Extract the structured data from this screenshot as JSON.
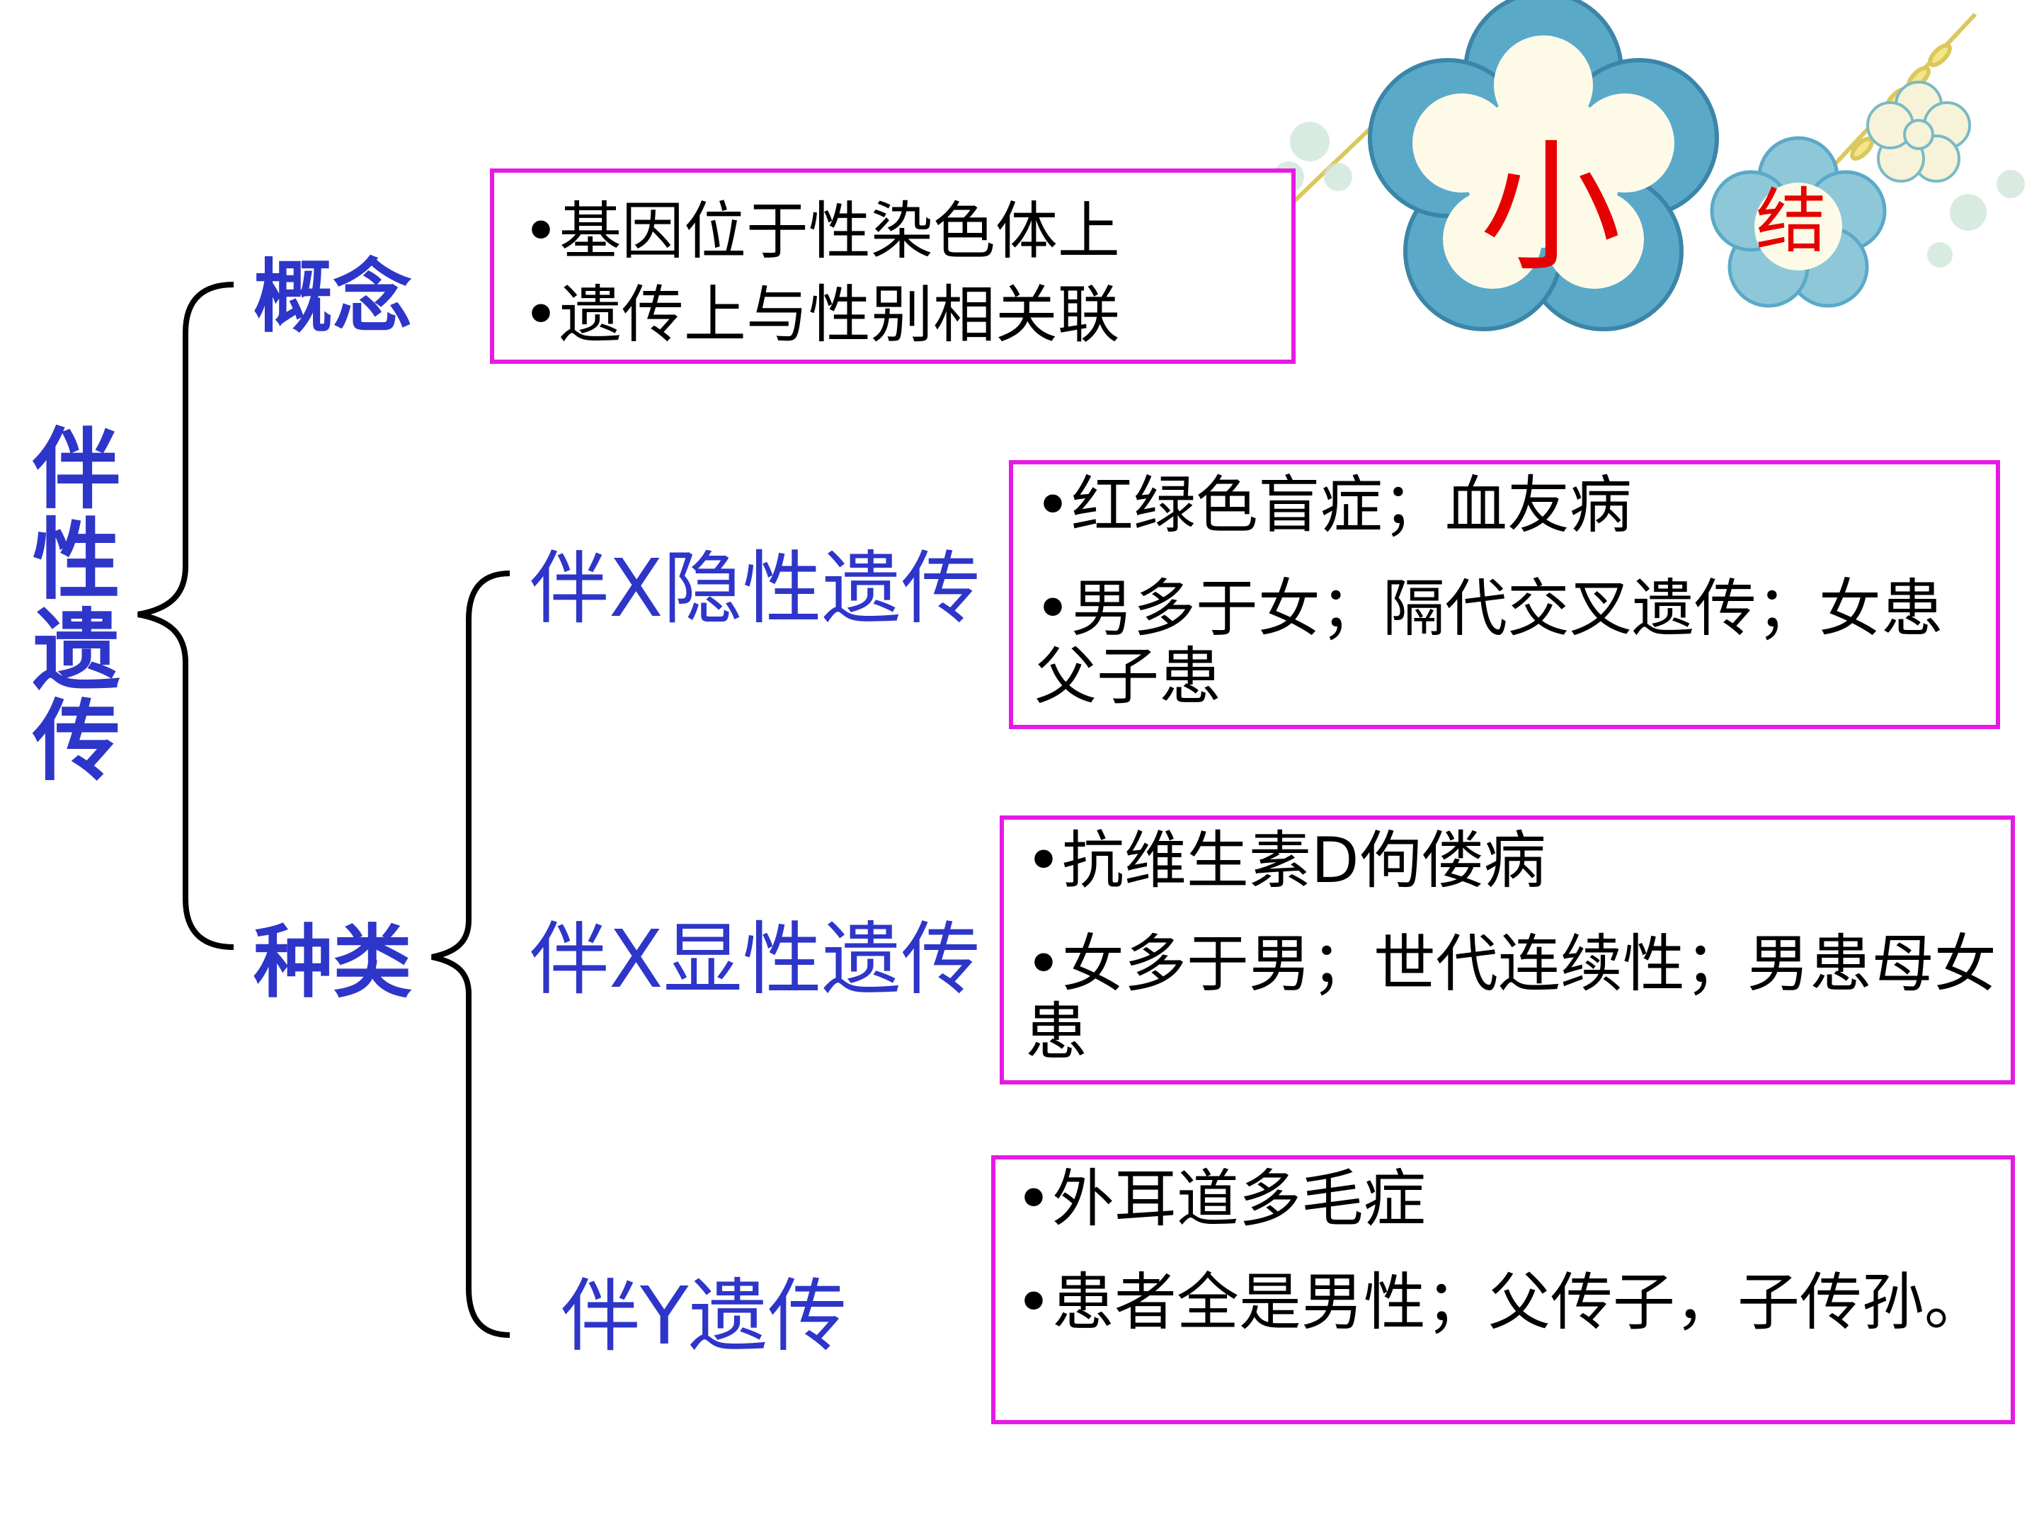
{
  "title": {
    "big": "小",
    "small": "结"
  },
  "root": {
    "chars": [
      "伴",
      "性",
      "遗",
      "传"
    ]
  },
  "branches": {
    "concept": {
      "label": "概念",
      "items": [
        "•基因位于性染色体上",
        "•遗传上与性别相关联"
      ]
    },
    "types": {
      "label": "种类",
      "subtypes": [
        {
          "label": "伴X隐性遗传",
          "items": [
            "•红绿色盲症；血友病",
            "•男多于女；隔代交叉遗传；女患父子患"
          ]
        },
        {
          "label": "伴X显性遗传",
          "items": [
            "•抗维生素D佝偻病",
            "•女多于男；世代连续性；男患母女患"
          ]
        },
        {
          "label": "伴Y遗传",
          "items": [
            "•外耳道多毛症",
            "•患者全是男性；父传子，子传孙。"
          ]
        }
      ]
    }
  },
  "colors": {
    "heading": "#2e35c9",
    "box_border": "#e619e6",
    "title_red": "#e60000",
    "flower_blue": "#5aa9c9"
  }
}
